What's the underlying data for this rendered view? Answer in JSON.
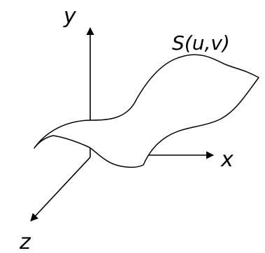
{
  "figure": {
    "axes": {
      "y_label": "y",
      "x_label": "x",
      "z_label": "z"
    },
    "surface_label": "S(u,v)",
    "colors": {
      "stroke": "#000000",
      "background": "#ffffff"
    }
  }
}
